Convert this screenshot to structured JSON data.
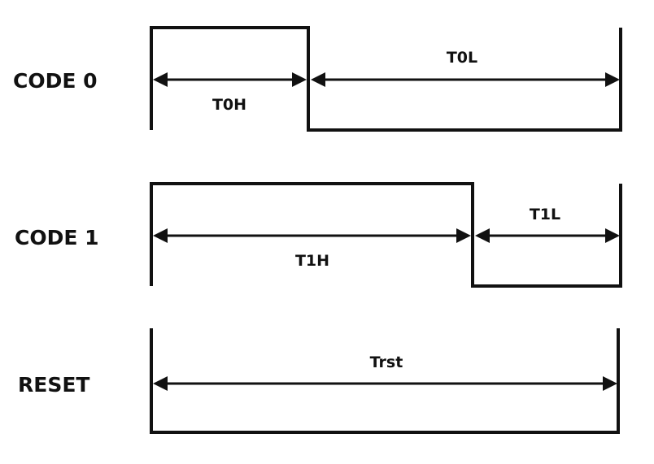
{
  "rows": {
    "code0": {
      "label": "CODE 0",
      "high_label": "T0H",
      "low_label": "T0L"
    },
    "code1": {
      "label": "CODE 1",
      "high_label": "T1H",
      "low_label": "T1L"
    },
    "reset": {
      "label": "RESET",
      "span_label": "Trst"
    }
  },
  "colors": {
    "stroke": "#111111",
    "background": "#ffffff"
  }
}
